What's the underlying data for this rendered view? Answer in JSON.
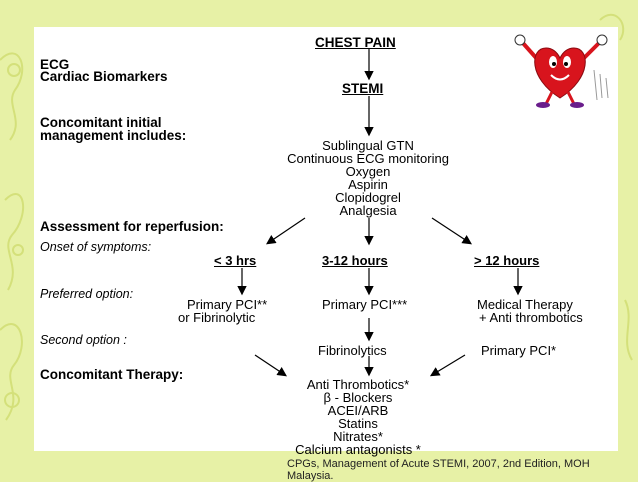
{
  "title": "CHEST PAIN",
  "stemi": "STEMI",
  "left_labels": {
    "ecg": "ECG",
    "biomarkers": "Cardiac Biomarkers",
    "concomitant_initial_1": "Concomitant initial",
    "concomitant_initial_2": "management includes:",
    "assessment": "Assessment for reperfusion:",
    "onset": "Onset of symptoms:",
    "preferred": "Preferred option:",
    "second": "Second option   :",
    "concomitant_therapy": "Concomitant Therapy:"
  },
  "initial_management": [
    "Sublingual GTN",
    "Continuous ECG monitoring",
    "Oxygen",
    "Aspirin",
    "Clopidogrel",
    "Analgesia"
  ],
  "time_windows": [
    "<  3 hrs",
    "3-12 hours",
    "> 12 hours"
  ],
  "preferred_options": {
    "early_1": "Primary PCI**",
    "early_2": "or Fibrinolytic",
    "mid": "Primary PCI***",
    "late_1": "Medical Therapy",
    "late_2": "+ Anti thrombotics"
  },
  "second_options": {
    "mid": "Fibrinolytics",
    "late": "Primary PCI*"
  },
  "concomitant_therapy": [
    "Anti Thrombotics*",
    "β -  Blockers",
    "ACEI/ARB",
    "Statins",
    "Nitrates*",
    "Calcium antagonists *"
  ],
  "footer": "CPGs, Management of Acute STEMI, 2007, 2nd Edition, MOH Malaysia.",
  "colors": {
    "background": "#e7f1a6",
    "panel": "#ffffff",
    "heart": "#d8141d"
  }
}
